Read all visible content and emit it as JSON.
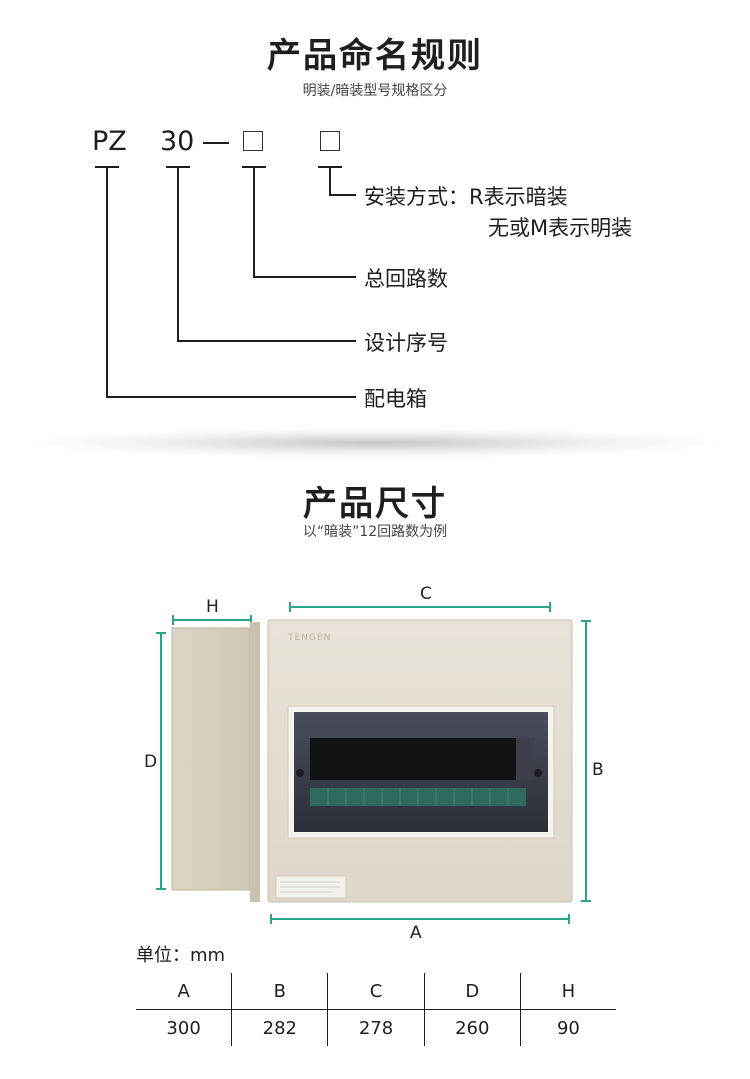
{
  "naming": {
    "title": "产品命名规则",
    "subtitle": "明装/暗装型号规格区分",
    "code_prefix": "PZ",
    "code_series": "30",
    "code_dash": "—",
    "labels": {
      "install": "安装方式：R表示暗装",
      "install_line2": "无或M表示明装",
      "circuits": "总回路数",
      "design": "设计序号",
      "box": "配电箱"
    }
  },
  "dimensions": {
    "title": "产品尺寸",
    "subtitle": "以“暗装”12回路数为例",
    "markers": {
      "H": "H",
      "C": "C",
      "D": "D",
      "B": "B",
      "A": "A"
    },
    "brand": "TENGEN",
    "unit_label": "单位：mm",
    "table": {
      "headers": [
        "A",
        "B",
        "C",
        "D",
        "H"
      ],
      "values": [
        "300",
        "282",
        "278",
        "260",
        "90"
      ]
    }
  },
  "colors": {
    "accent": "#2aa58a",
    "panel": "#e3ddd0",
    "window": "#2e3036"
  }
}
